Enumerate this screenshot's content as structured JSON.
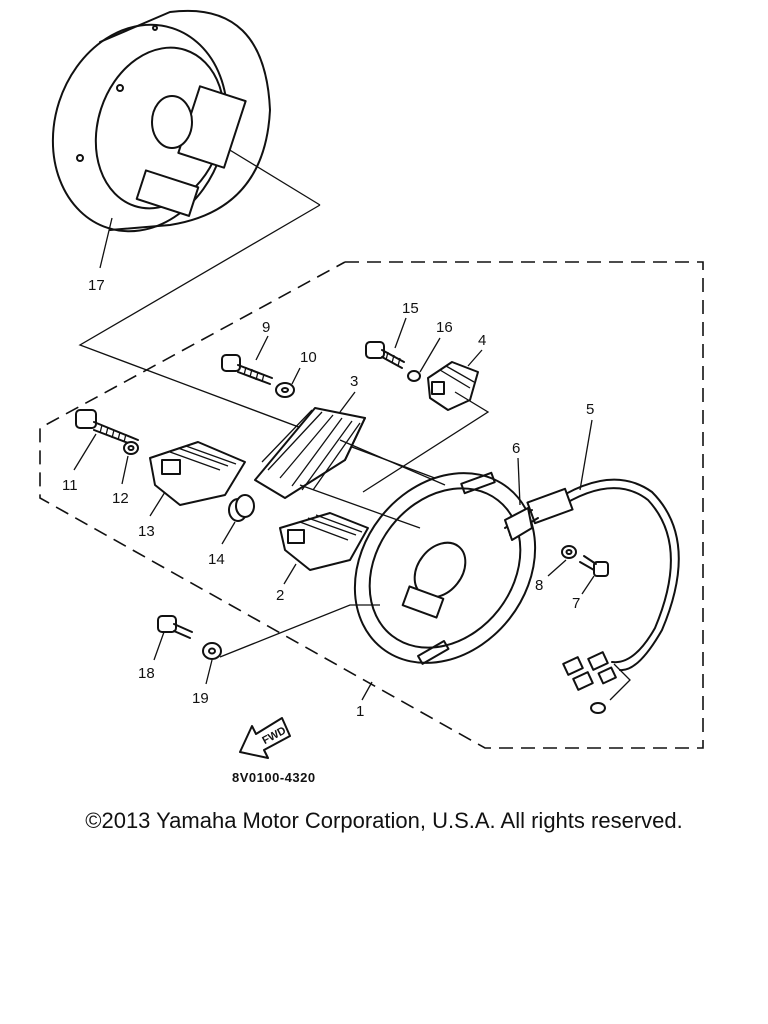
{
  "diagram": {
    "part_callouts": [
      "1",
      "2",
      "3",
      "4",
      "5",
      "6",
      "7",
      "8",
      "9",
      "10",
      "11",
      "12",
      "13",
      "14",
      "15",
      "16",
      "17",
      "18",
      "19"
    ],
    "direction_label": "FWD",
    "drawing_code": "8V0100-4320"
  },
  "footer": {
    "copyright": "©2013 Yamaha Motor Corporation, U.S.A. All rights reserved."
  }
}
